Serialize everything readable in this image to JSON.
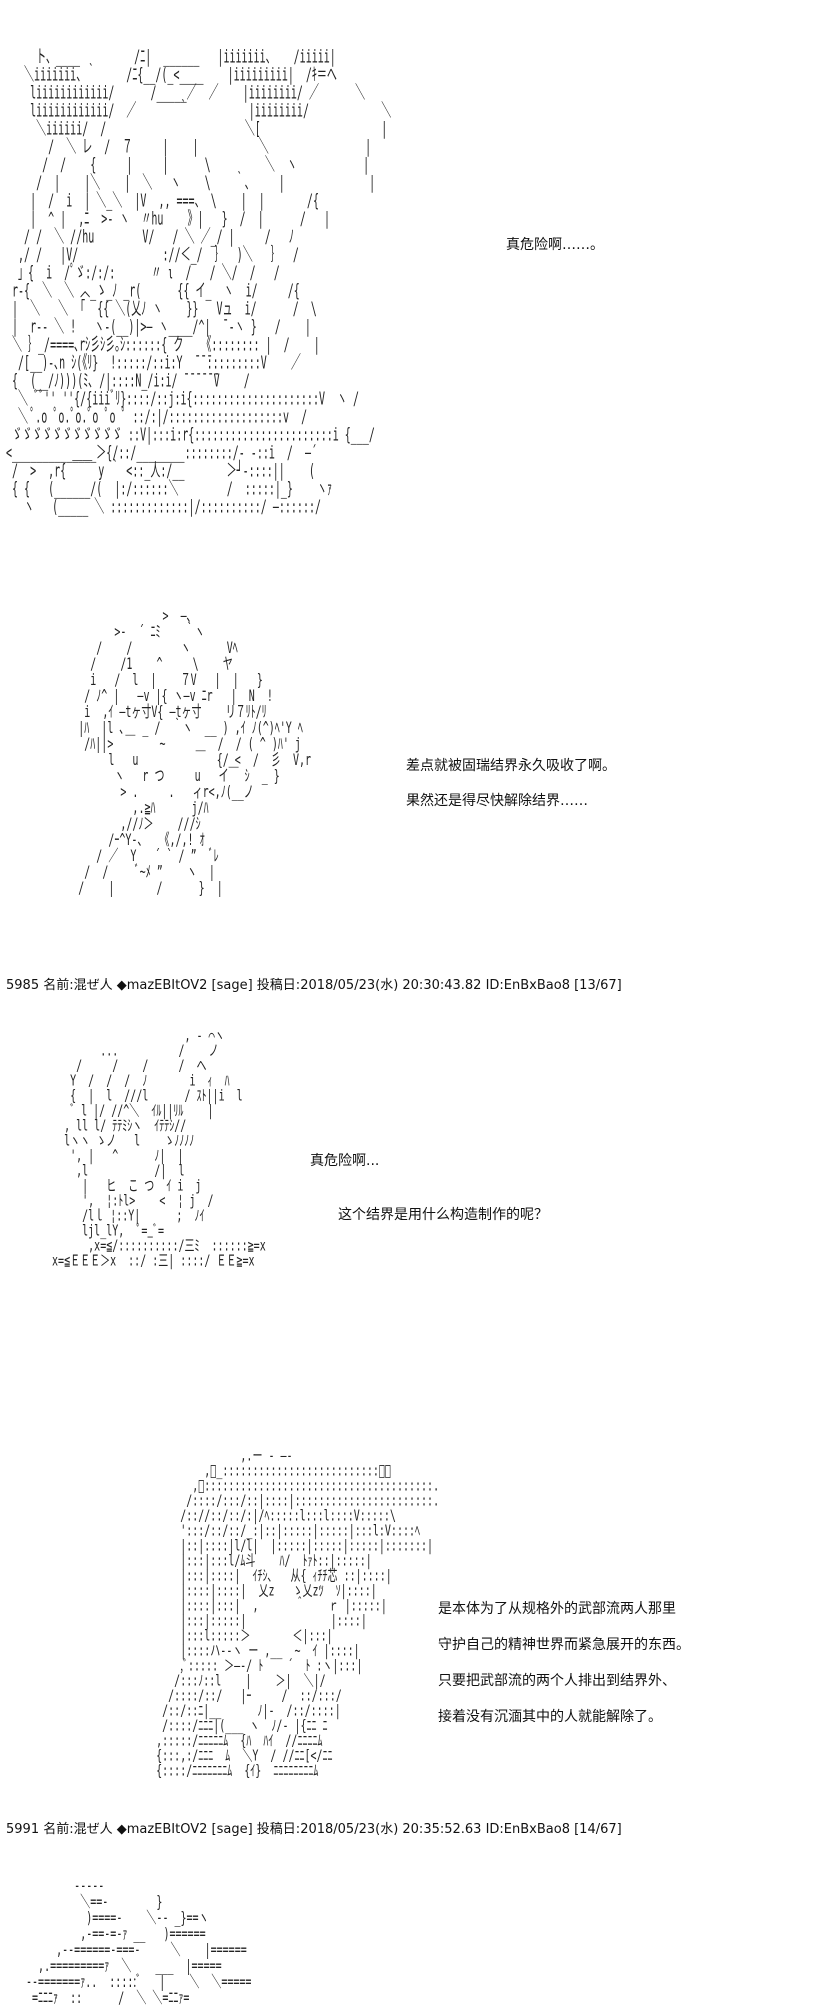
{
  "aa_blocks": {
    "block1": "     ト、____         /ﾆ|  ______   |iiiiiii、   /iiiii|\n   ＼iiiiiii、｀     /ﾆ{__/(_<____    |iiiiiiiii|  /ｷ＝へ\n    liiiiiiiiiiii/      /_____／  ／    |iiiiiiii/ ／      ＼\n    liiiiiiiiiiii/  ／       ｀          |iiiiiiii/            ＼\n     ＼iiiiii/  /                       ＼[                    |\n       /  ＼ レ  /  ７     |    |          ＼                |\n      /  /    {     |     |      \\         ＼  ヽ           |\n     /  |    |＼    |  ＼   ヽ    \\    ｀、    |              |\n    |  /  i  | ＼_＼  |V  ,, ===、 \\    |  |       /{\n    |  ^ |  ,ﾆ  >- ヽ  〃hu    》|   }  /  |      /   |\n   / /  ＼ //hu        V/   / ＼ ／_/ |     /   ﾉ\n  ,/ /   |V/              ://＜_/  ｝  )＼   ｝  /\n  」{  i  /ﾟゞ:/:/:      〃 ι  /   / ＼/  /   /\n r-{  ＼  ＼ ︿_ゝ_ﾉ _r(      {{ イ_  ヽ  i/     /{\n |  ＼   ＼  ｢  {{ ＼(乂ﾉ ヽ    }}   Vュ  i/      /  \\\n |  r-‐ ＼ !   ヽ-(__)|>― ヽ____/^|  ̄ ‐ヽ }   /    |\n ＼ ｝_/====､rｼ彡ｼ彡｡ｼ::::::{ ク   《:::::::: |  /    |\n  /[__)-､n ｼ(《ﾘ}  !:::::/::i:Y  ̄ ̄ ̄:::::::::V    ／\n {  (__/ﾉ)))(ﾐ､ /|::::N_/i:i/ ̄ ̄ ̄ ̄ ̄ ̄V    /\n  ＼ ﾞﾞ'' ''{/{iiiﾞﾘ}::::/::j:i{:::::::::::::::::::::V  ヽ /\n  ＼ ﾟ.o ﾟo.ﾟo.ﾟo ﾟo ﾟ ::/:|/:::::::::::::::::::v  /\n ゞゞゞゞゞゞゞゞゞゞゞ ::V|:::i:r{:::::::::::::::::::::::i {___/\n<______________＞{/::/________::::::::/- -::i  /  ―´\n /  >  ,r{ ￣￣ y ｀ <::_人:/__       ＞┘-::::||    (\n { {   (______/(  |:/::::::＼        /  :::::|_}    ヽｧ\n   ヽ   (_____ ＼ :::::::::::::|/::::::::::/ ―::::::/",
    "block2": "                          >  ―､\n                  >-  ´ ﾆﾐ    ｀ヽ\n               /    /        ヽ      Vﾍ\n              /    /1    ^     \\    ヤ\n              i   /  l  |    ７V   |  |   }\n             / ﾉ^ |   ―v |{ ヽ―v ﾆr   |  N  !\n             i  ,ｲ ―tヶ寸V{ ―tヶ寸    リ７ﾘﾄ/ﾘ\n            |ﾊ  |l ､   _ /  ｀ヽ  __ ) ,ｲ ﾉ(^)ﾍ'Y ﾍ\n             /ﾊ||>  ￣    ~     ＿  /  / ( ^ )ﾊ' j\n                 l   u             {/ <  /  彡  V,r\n                  ヽ   r つ     u   イ￣ ｼ  _ }\n                   > .     .   ィr<,ﾉ(__ノ\n                     ,.≧ﾊ      j/ﾊ\n                   ,//ﾉ＞    ///ｼ\n                 /ｰ^Y-、  《,/,! ｵ\n               / ／  Y   ´ ` / ”  ﾞﾚ\n             /  /     ﾞ~ﾒ ”    ヽ  |\n            /    |       /      }  |",
    "block3": "                        , - ⌒ヽ\n          ...          /    ノ\n      /     /    /     /  ヘ\n     Y  /  /  /  ﾉ       i  ｨ  ﾊ\n     {  |  l  ///l      / ｽﾄ||i  l\n     ﾞ l |/ //^＼  ｲﾙ||ﾘﾙ    |\n    , ll l/ ﾃﾃﾐｼヽ  ｲﾃﾃｼ//\n    lヽヽ ゝノ   l    ゝﾉﾉﾉﾉ \n     ', |   ^      ﾉ|  |\n      ,l           /|  l\n       |   ヒ  こ つ  ｲ i  j\n       ',  ¦:ﾄl>    <  ¦ j  /\n       /lｌ ¦::Y|      ;  ﾉｲ\n       ljl_lY,  ﾟ=_ﾞ=\n        ,x=≦/::::::::::/三ﾐ  ::::::≧=x\n  x=≦ＥＥＥ＞x  ::/ :三| ::::/ ＥＥ≧=x",
    "block4": "                    ,.ー - ―-\n              ,ﾞ_::::::::::::::::::::::::::＞、\n            ,ﾞ::::::::::::::::::::::::::::::::::::::.\n           /::::/:::/::|::::|:::::::::::::::::::::::.\n          /:://::/::/:|/ﾍ:::::l:::l::::V:::::\\\n          ':::/::/::/_:|::|:::::|:::::|:::l:V::::ﾍ\n          |::|::::|l/l|  |:::::|:::::|:::::|:::::::|\n          |:::|:::l/ﾑ斗    ﾊ/  ﾄｧﾄ::|:::::|\n          |:::|::::|  ｲﾁｼ､   从{ ｨﾁﾁ芯 ::|::::|\n          |::::|::::|  乂z   ゝ乂zﾂ  ｿ|::::|\n          |::::|:::|  ,      ＾    ｒ |:::::|\n          |:::|:::::|              |::::|\n          |:::l:::::＞       ＜|:::|\n          |::::ハ--ヽ ー ,__  ~  ｲ |::::|\n          ,ﾞ::::: ＞―‐/ ﾄ    ´  ﾄ :ヽ|:::|\n         /:::ﾉ::l    |    ＞|  ＼|/\n        /::::/::/   |ｰ     /  ::/:::/\n       /::/::ﾆ|__      ﾉ|-  /::/::::|\n       /::::/ﾆﾆﾆ|(___ ヽ  ﾉ/‐ |{ﾆﾆ ﾆ\n      ,:::::/ﾆﾆﾆﾆﾆﾑ  {ﾊ  ﾊｲ  //ﾆﾆﾆﾆﾑ\n      {:::,:/ﾆﾆﾆ  ﾑ  ＼Y  / //ﾆﾆ[</ﾆﾆ\n      {::::/ﾆﾆﾆﾆﾆﾆﾆﾑ  {ｲ}  ﾆﾆﾆﾆﾆﾆﾆﾆﾑ",
    "block5": "         -----\n          ＼==-        }\n           )====-    ＼-- _}==ヽ\n          ,-==-=-ｧ __   )======\n      ,--======-===-     ＼    |======\n   ,.=========ｧ  ＼    ___  |=====\n --=======ｧ..  :::::ﾞ   |    ＼  ＼=====\n  =ﾆﾆﾆｧ  ::      /  ＼ ＼=ﾆﾆｧ="
  },
  "dialogue": {
    "scene1": [
      "真危险啊……。"
    ],
    "scene2": [
      "差点就被固瑞结界永久吸收了啊。",
      "果然还是得尽快解除结界……"
    ],
    "scene3": [
      "真危险啊...",
      "这个结界是用什么构造制作的呢？"
    ],
    "scene4": [
      "是本体为了从规格外的武部流两人那里",
      "守护自己的精神世界而紧急展开的东西。",
      "只要把武部流的两个人排出到结界外、",
      "接着没有沉湎其中的人就能解除了。"
    ]
  },
  "post_headers": [
    "5985 名前:混ぜ人 ◆mazEBItOV2 [sage] 投稿日:2018/05/23(水) 20:30:43.82 ID:EnBxBao8 [13/67]",
    "5991 名前:混ぜ人 ◆mazEBItOV2 [sage] 投稿日:2018/05/23(水) 20:35:52.63 ID:EnBxBao8 [14/67]"
  ]
}
